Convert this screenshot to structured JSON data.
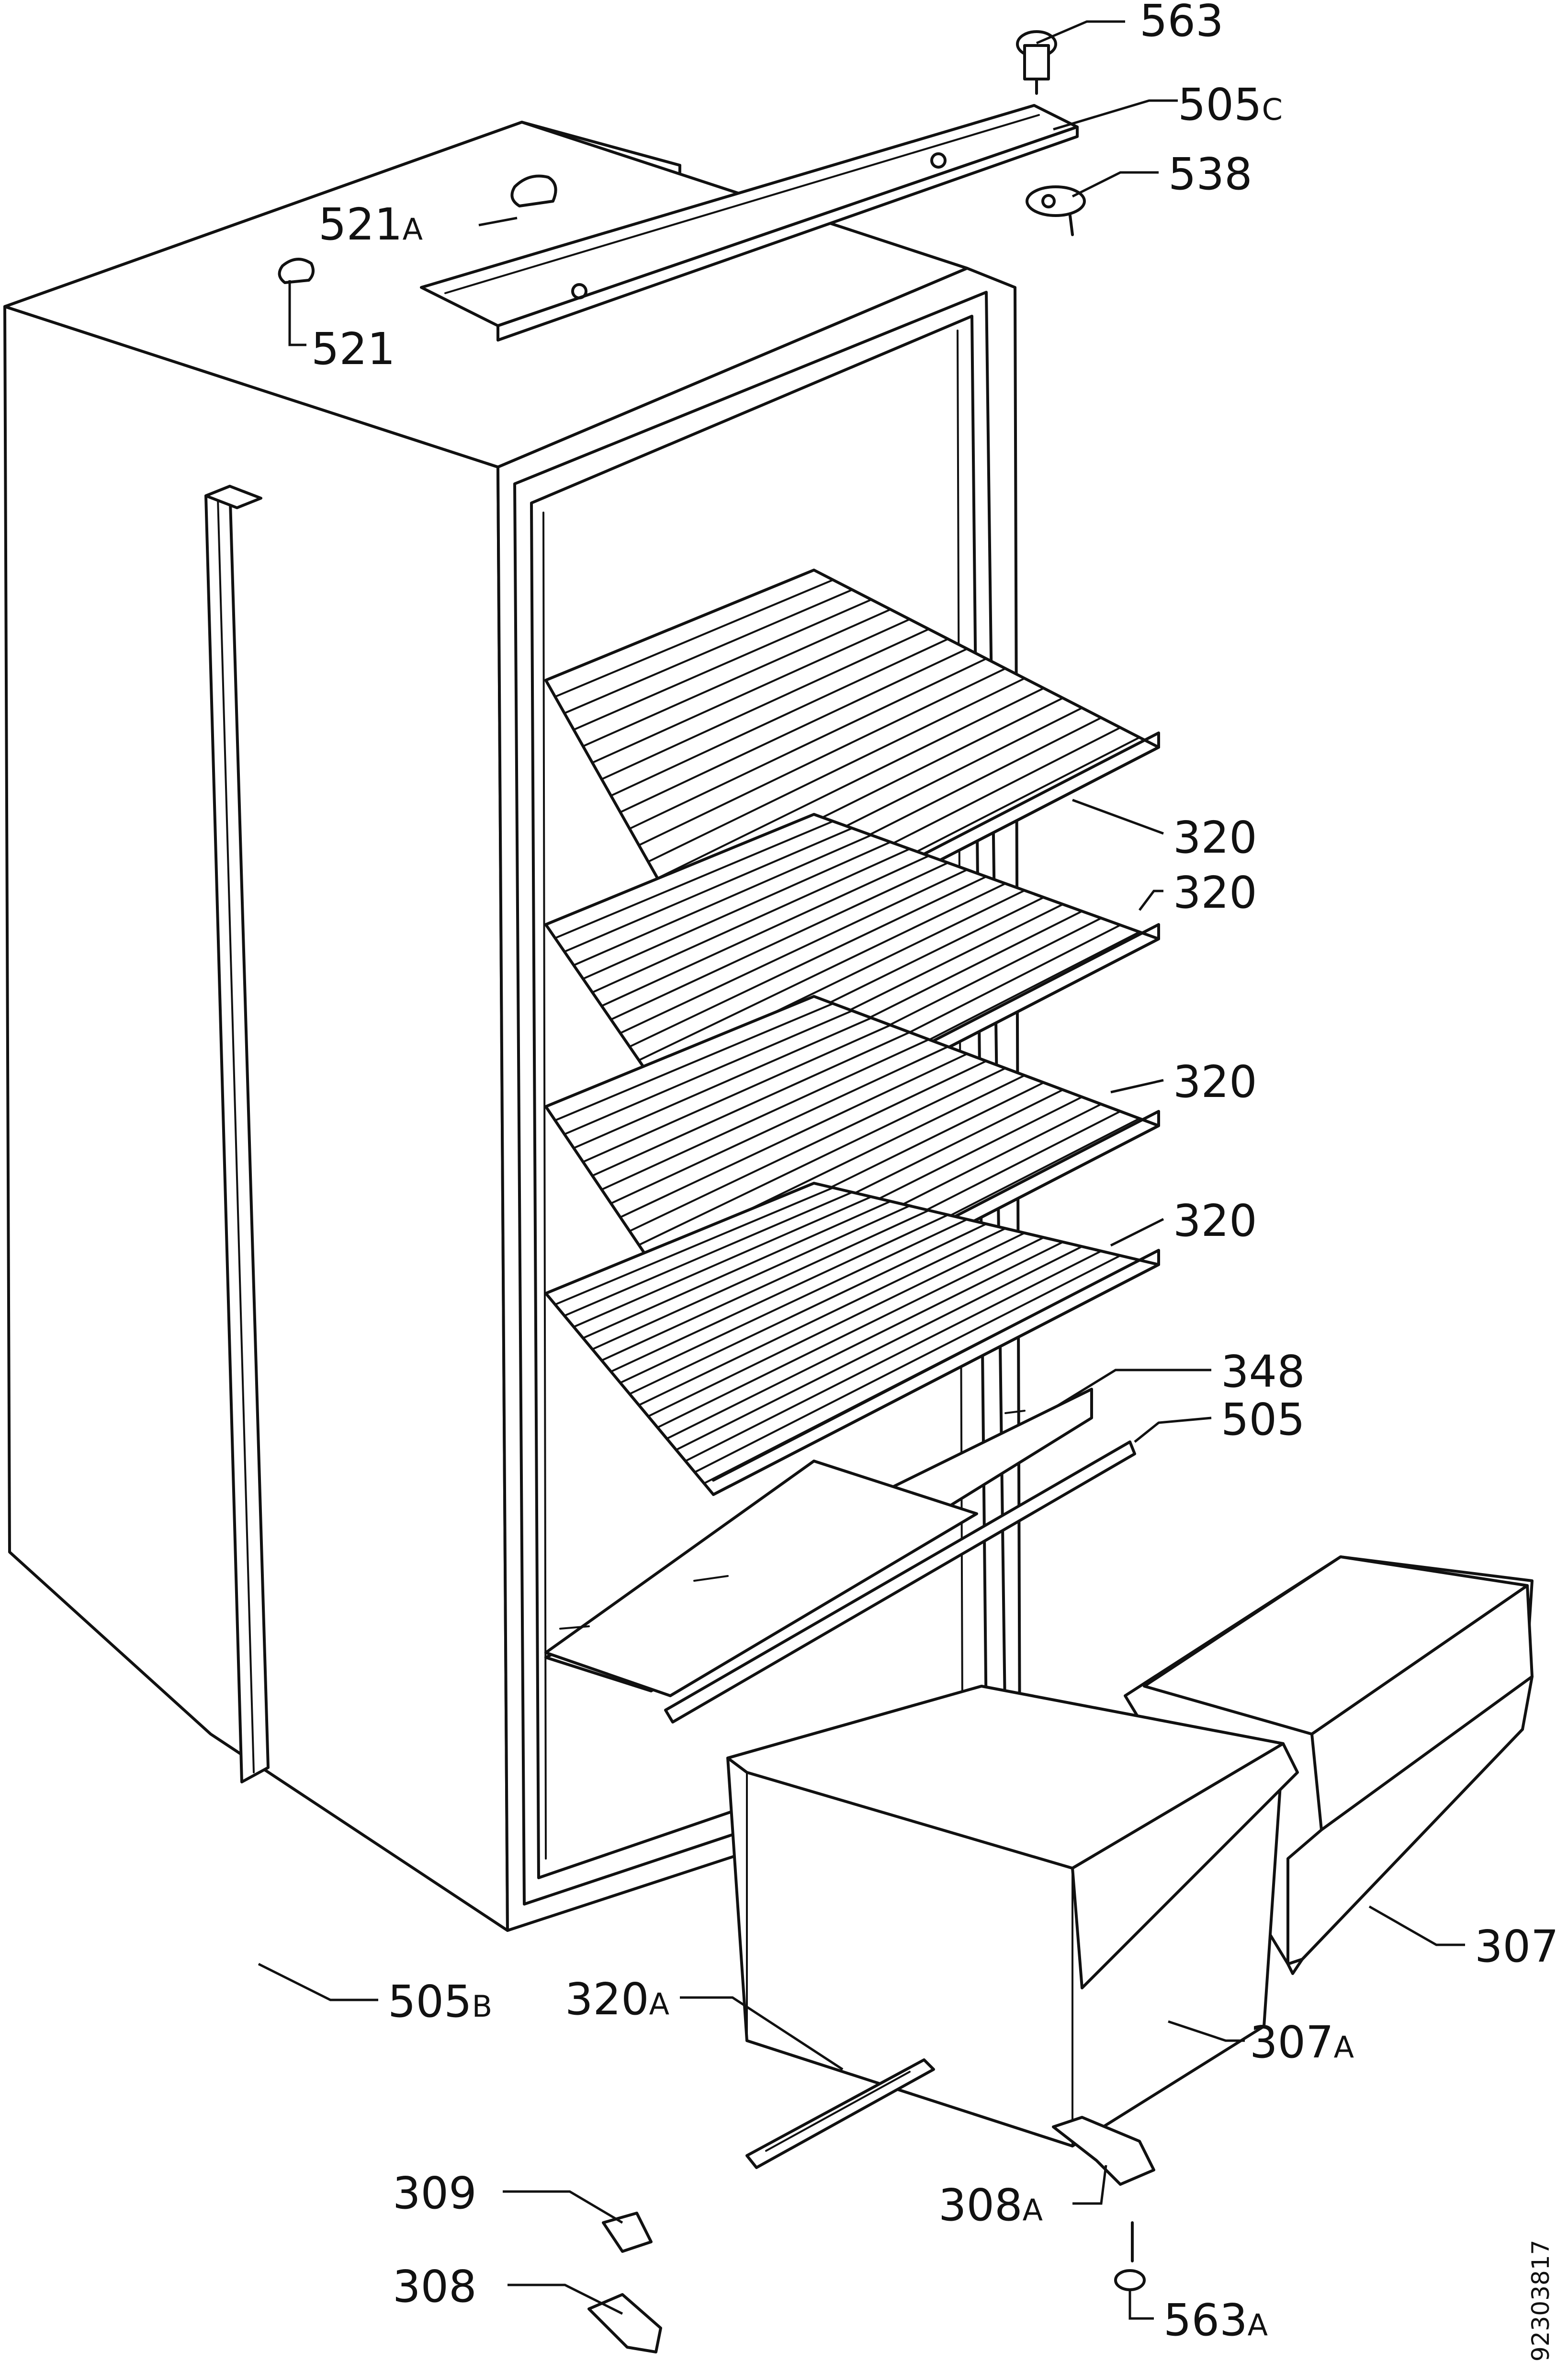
{
  "labels": {
    "p563": {
      "num": "563",
      "suffix": ""
    },
    "p505c": {
      "num": "505",
      "suffix": "C"
    },
    "p538": {
      "num": "538",
      "suffix": ""
    },
    "p521a": {
      "num": "521",
      "suffix": "A"
    },
    "p521": {
      "num": "521",
      "suffix": ""
    },
    "p320_1": {
      "num": "320",
      "suffix": ""
    },
    "p320_2": {
      "num": "320",
      "suffix": ""
    },
    "p320_3": {
      "num": "320",
      "suffix": ""
    },
    "p320_4": {
      "num": "320",
      "suffix": ""
    },
    "p348": {
      "num": "348",
      "suffix": ""
    },
    "p505": {
      "num": "505",
      "suffix": ""
    },
    "p307": {
      "num": "307",
      "suffix": ""
    },
    "p505b": {
      "num": "505",
      "suffix": "B"
    },
    "p320a": {
      "num": "320",
      "suffix": "A"
    },
    "p307a": {
      "num": "307",
      "suffix": "A"
    },
    "p309": {
      "num": "309",
      "suffix": ""
    },
    "p308": {
      "num": "308",
      "suffix": ""
    },
    "p308a": {
      "num": "308",
      "suffix": "A"
    },
    "p563a": {
      "num": "563",
      "suffix": "A"
    }
  },
  "drawing_code": "92303817"
}
